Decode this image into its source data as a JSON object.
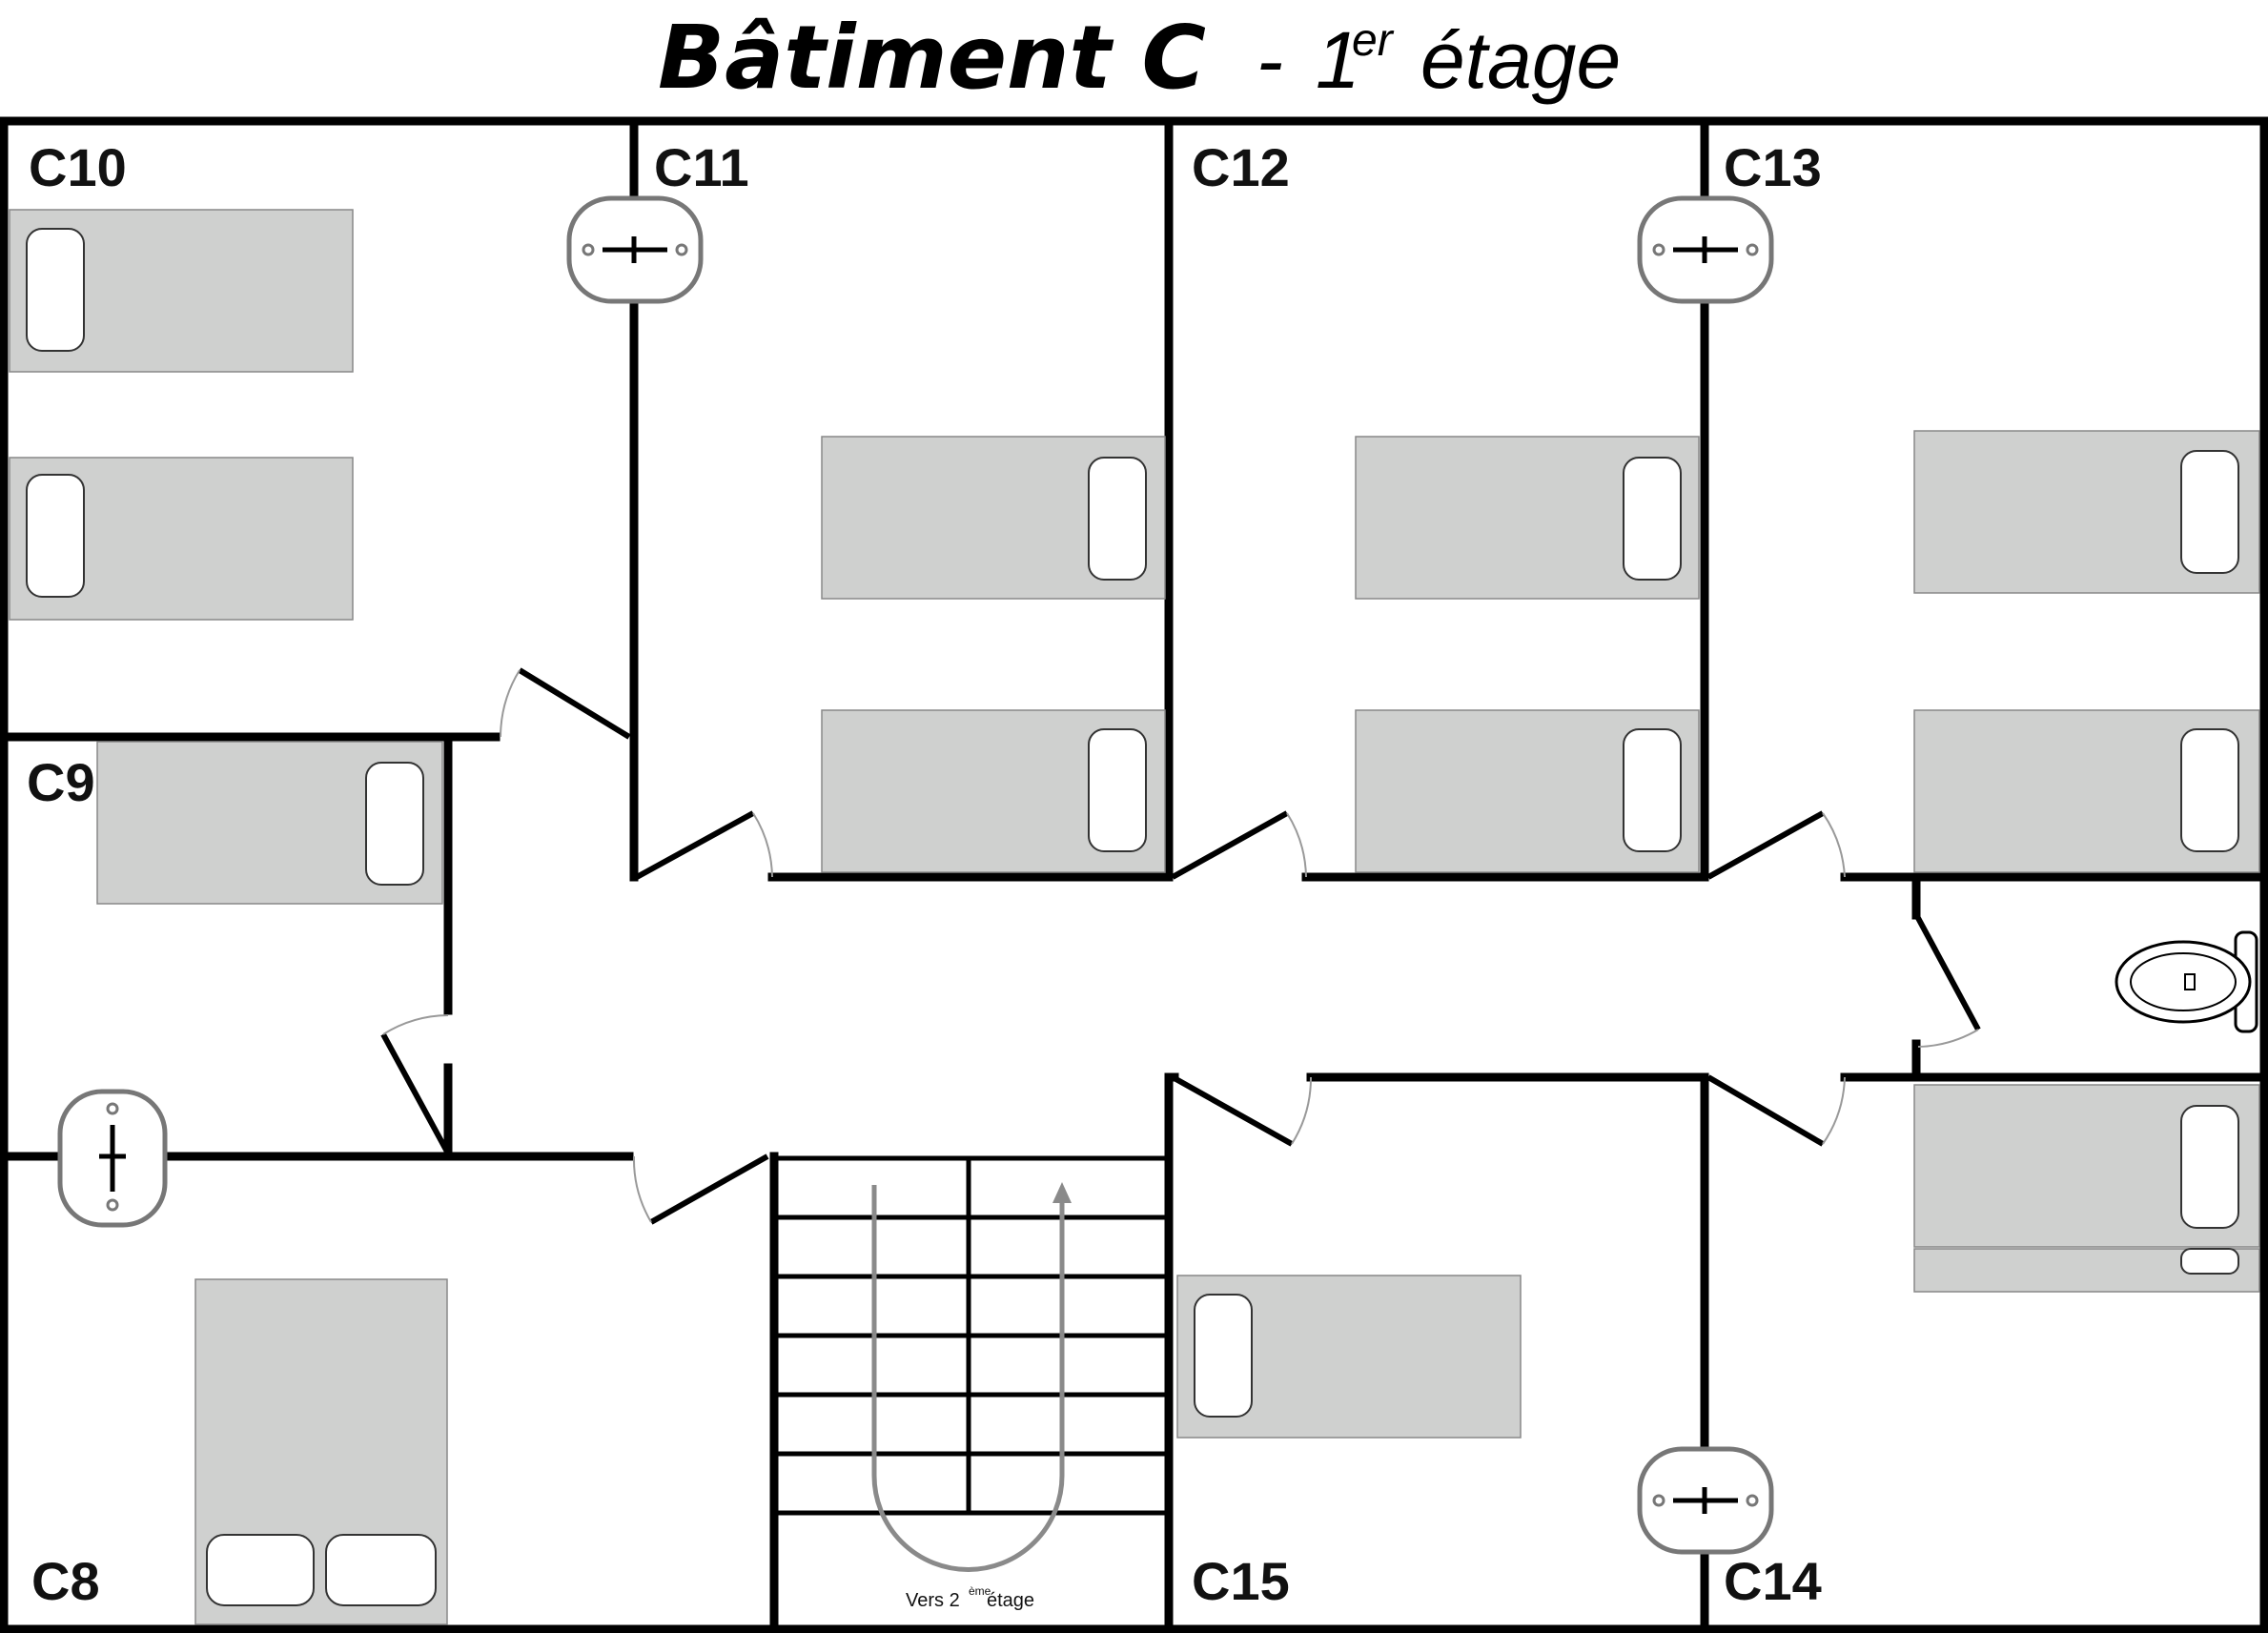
{
  "title": {
    "main": "Bâtiment C",
    "dash": "-",
    "floor_number": "1",
    "floor_sup": "er",
    "floor_word": "étage"
  },
  "rooms": {
    "c10": "C10",
    "c11": "C11",
    "c12": "C12",
    "c13": "C13",
    "c9": "C9",
    "c8": "C8",
    "c15": "C15",
    "c14": "C14"
  },
  "stairs": {
    "label_prefix": "Vers 2",
    "label_sup": "ème",
    "label_suffix": " étage"
  },
  "icons": {
    "bed": "bed-icon",
    "sink": "sink-icon",
    "toilet": "toilet-icon",
    "stairs": "stairs-icon"
  },
  "colors": {
    "wall": "#000000",
    "bed": "#cfd0cf",
    "fixture": "#777777",
    "background": "#ffffff"
  }
}
